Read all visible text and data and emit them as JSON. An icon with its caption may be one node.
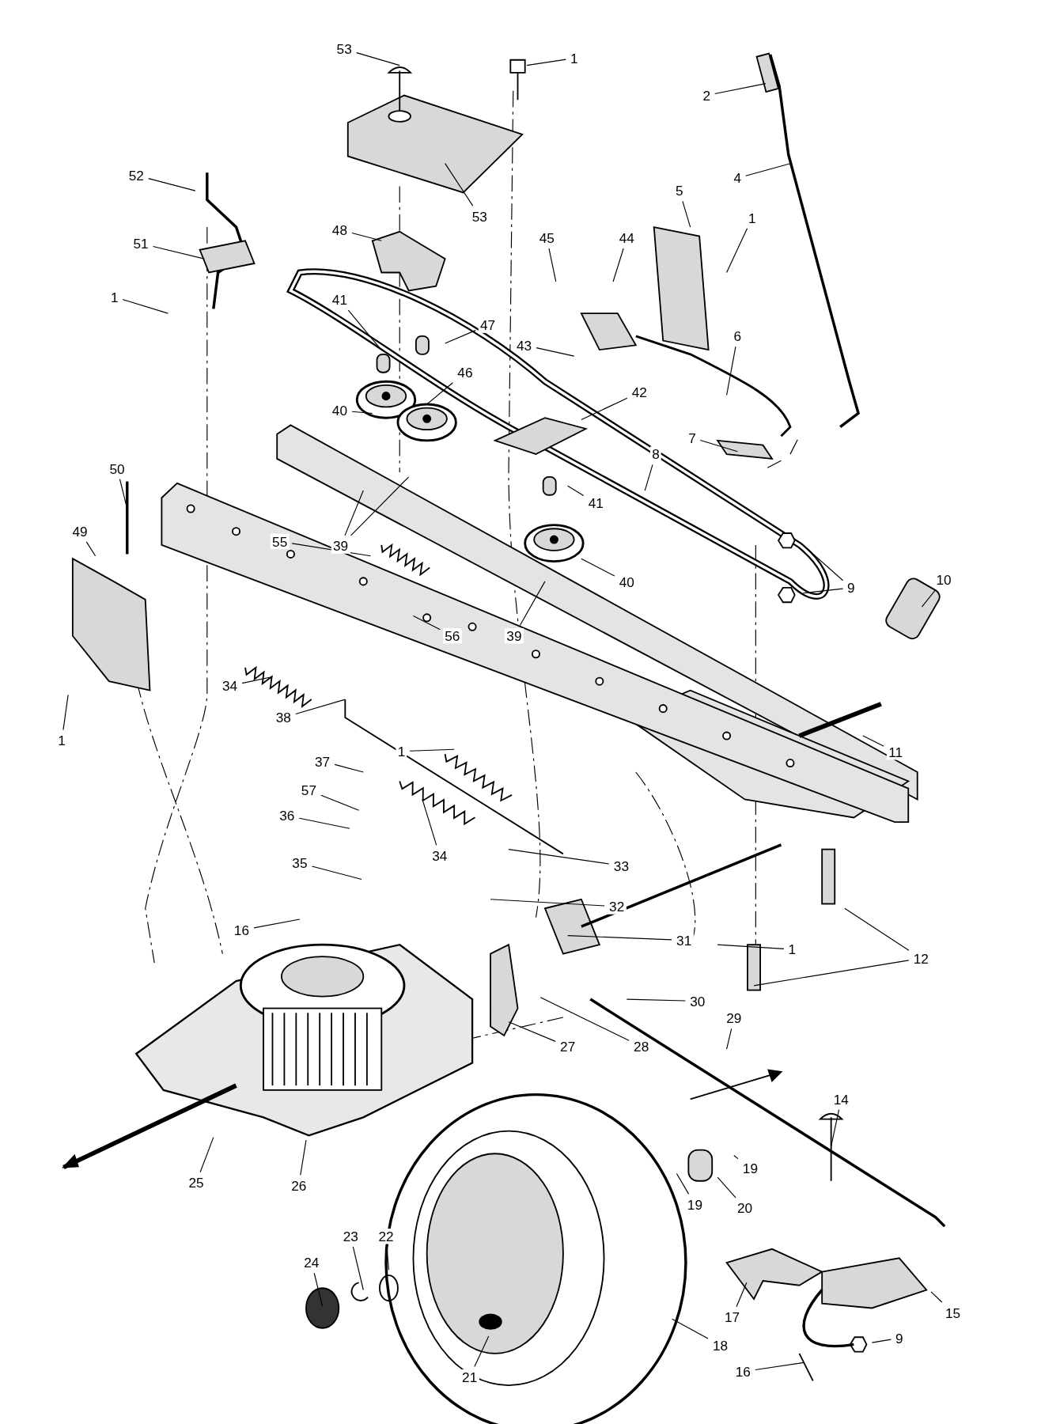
{
  "diagram": {
    "nodes": [
      {
        "text": [
          "53"
        ]
      },
      {
        "text": [
          "1"
        ]
      },
      {
        "text": [
          "2"
        ]
      },
      {
        "text": [
          "52"
        ]
      },
      {
        "text": [
          "53"
        ]
      },
      {
        "text": [
          "4"
        ]
      },
      {
        "text": [
          "48"
        ]
      },
      {
        "text": [
          "5"
        ]
      },
      {
        "text": [
          "1"
        ]
      },
      {
        "text": [
          "51"
        ]
      },
      {
        "text": [
          "45"
        ]
      },
      {
        "text": [
          "44"
        ]
      },
      {
        "text": [
          "1"
        ]
      },
      {
        "text": [
          "41"
        ]
      },
      {
        "text": [
          "47"
        ]
      },
      {
        "text": [
          "43"
        ]
      },
      {
        "text": [
          "6"
        ]
      },
      {
        "text": [
          "46"
        ]
      },
      {
        "text": [
          "42"
        ]
      },
      {
        "text": [
          "40"
        ]
      },
      {
        "text": [
          "7"
        ]
      },
      {
        "text": [
          "8"
        ]
      },
      {
        "text": [
          "50"
        ]
      },
      {
        "text": [
          "41"
        ]
      },
      {
        "text": [
          "49"
        ]
      },
      {
        "text": [
          "55"
        ]
      },
      {
        "text": [
          "39"
        ]
      },
      {
        "text": [
          "9"
        ]
      },
      {
        "text": [
          "10"
        ]
      },
      {
        "text": [
          "40"
        ]
      },
      {
        "text": [
          "56"
        ]
      },
      {
        "text": [
          "39"
        ]
      },
      {
        "text": [
          "34"
        ]
      },
      {
        "text": [
          "38"
        ]
      },
      {
        "text": [
          "1"
        ]
      },
      {
        "text": [
          "11"
        ]
      },
      {
        "text": [
          "1"
        ]
      },
      {
        "text": [
          "37"
        ]
      },
      {
        "text": [
          "57"
        ]
      },
      {
        "text": [
          "36"
        ]
      },
      {
        "text": [
          "34"
        ]
      },
      {
        "text": [
          "35"
        ]
      },
      {
        "text": [
          "33"
        ]
      },
      {
        "text": [
          "32"
        ]
      },
      {
        "text": [
          "16"
        ]
      },
      {
        "text": [
          "31"
        ]
      },
      {
        "text": [
          "1"
        ]
      },
      {
        "text": [
          "12"
        ]
      },
      {
        "text": [
          "30"
        ]
      },
      {
        "text": [
          "29"
        ]
      },
      {
        "text": [
          "27"
        ]
      },
      {
        "text": [
          "28"
        ]
      },
      {
        "text": [
          "14"
        ]
      },
      {
        "text": [
          "19"
        ]
      },
      {
        "text": [
          "25"
        ]
      },
      {
        "text": [
          "26"
        ]
      },
      {
        "text": [
          "20"
        ]
      },
      {
        "text": [
          "19"
        ]
      },
      {
        "text": [
          "23"
        ]
      },
      {
        "text": [
          "22"
        ]
      },
      {
        "text": [
          "24"
        ]
      },
      {
        "text": [
          "15"
        ]
      },
      {
        "text": [
          "17"
        ]
      },
      {
        "text": [
          "9"
        ]
      },
      {
        "text": [
          "18"
        ]
      },
      {
        "text": [
          "16"
        ]
      },
      {
        "text": [
          "21"
        ]
      }
    ],
    "edges": [
      {
        "from": 0,
        "to": null,
        "arrow": "none"
      },
      {
        "from": 1,
        "to": null,
        "arrow": "none"
      },
      {
        "from": 2,
        "to": null,
        "arrow": "none"
      },
      {
        "from": 3,
        "to": null,
        "arrow": "none"
      },
      {
        "from": 4,
        "to": null,
        "arrow": "none"
      },
      {
        "from": 5,
        "to": null,
        "arrow": "none"
      },
      {
        "from": 6,
        "to": null,
        "arrow": "none"
      },
      {
        "from": 7,
        "to": null,
        "arrow": "none"
      },
      {
        "from": 8,
        "to": null,
        "arrow": "none"
      },
      {
        "from": 9,
        "to": null,
        "arrow": "none"
      },
      {
        "from": 10,
        "to": null,
        "arrow": "none"
      },
      {
        "from": 11,
        "to": null,
        "arrow": "none"
      },
      {
        "from": 12,
        "to": null,
        "arrow": "none"
      },
      {
        "from": 13,
        "to": null,
        "arrow": "none"
      },
      {
        "from": 14,
        "to": null,
        "arrow": "none"
      },
      {
        "from": 15,
        "to": null,
        "arrow": "none"
      },
      {
        "from": 16,
        "to": null,
        "arrow": "none"
      },
      {
        "from": 17,
        "to": null,
        "arrow": "none"
      },
      {
        "from": 18,
        "to": null,
        "arrow": "none"
      },
      {
        "from": 19,
        "to": null,
        "arrow": "none"
      },
      {
        "from": 20,
        "to": null,
        "arrow": "none"
      },
      {
        "from": 21,
        "to": null,
        "arrow": "none"
      },
      {
        "from": 22,
        "to": null,
        "arrow": "none"
      },
      {
        "from": 23,
        "to": null,
        "arrow": "none"
      },
      {
        "from": 24,
        "to": null,
        "arrow": "none"
      },
      {
        "from": 25,
        "to": null,
        "arrow": "none"
      },
      {
        "from": 26,
        "to": null,
        "arrow": "none"
      },
      {
        "from": 26,
        "to": null,
        "arrow": "none"
      },
      {
        "from": 27,
        "to": null,
        "arrow": "none"
      },
      {
        "from": 27,
        "to": null,
        "arrow": "none"
      },
      {
        "from": 28,
        "to": null,
        "arrow": "none"
      },
      {
        "from": 29,
        "to": null,
        "arrow": "none"
      },
      {
        "from": 30,
        "to": null,
        "arrow": "none"
      },
      {
        "from": 31,
        "to": null,
        "arrow": "none"
      },
      {
        "from": 32,
        "to": null,
        "arrow": "none"
      },
      {
        "from": 33,
        "to": null,
        "arrow": "none"
      },
      {
        "from": 34,
        "to": null,
        "arrow": "none"
      },
      {
        "from": 35,
        "to": null,
        "arrow": "none"
      },
      {
        "from": 36,
        "to": null,
        "arrow": "none"
      },
      {
        "from": 37,
        "to": null,
        "arrow": "none"
      },
      {
        "from": 38,
        "to": null,
        "arrow": "none"
      },
      {
        "from": 39,
        "to": null,
        "arrow": "none"
      },
      {
        "from": 40,
        "to": null,
        "arrow": "none"
      },
      {
        "from": 41,
        "to": null,
        "arrow": "none"
      },
      {
        "from": 42,
        "to": null,
        "arrow": "none"
      },
      {
        "from": 43,
        "to": null,
        "arrow": "none"
      },
      {
        "from": 44,
        "to": null,
        "arrow": "none"
      },
      {
        "from": 45,
        "to": null,
        "arrow": "none"
      },
      {
        "from": 46,
        "to": null,
        "arrow": "none"
      },
      {
        "from": 47,
        "to": null,
        "arrow": "none"
      },
      {
        "from": 47,
        "to": null,
        "arrow": "none"
      },
      {
        "from": 48,
        "to": null,
        "arrow": "none"
      },
      {
        "from": 49,
        "to": null,
        "arrow": "none"
      },
      {
        "from": 50,
        "to": null,
        "arrow": "none"
      },
      {
        "from": 51,
        "to": null,
        "arrow": "none"
      },
      {
        "from": 52,
        "to": null,
        "arrow": "none"
      },
      {
        "from": 53,
        "to": null,
        "arrow": "none"
      },
      {
        "from": 54,
        "to": null,
        "arrow": "none"
      },
      {
        "from": 55,
        "to": null,
        "arrow": "none"
      },
      {
        "from": 56,
        "to": null,
        "arrow": "none"
      },
      {
        "from": 57,
        "to": null,
        "arrow": "none"
      },
      {
        "from": 58,
        "to": null,
        "arrow": "none"
      },
      {
        "from": 59,
        "to": null,
        "arrow": "none"
      },
      {
        "from": 60,
        "to": null,
        "arrow": "none"
      },
      {
        "from": 61,
        "to": null,
        "arrow": "none"
      },
      {
        "from": 62,
        "to": null,
        "arrow": "none"
      },
      {
        "from": 63,
        "to": null,
        "arrow": "none"
      },
      {
        "from": 64,
        "to": null,
        "arrow": "none"
      },
      {
        "from": 65,
        "to": null,
        "arrow": "none"
      },
      {
        "from": 66,
        "to": null,
        "arrow": "none"
      }
    ]
  }
}
